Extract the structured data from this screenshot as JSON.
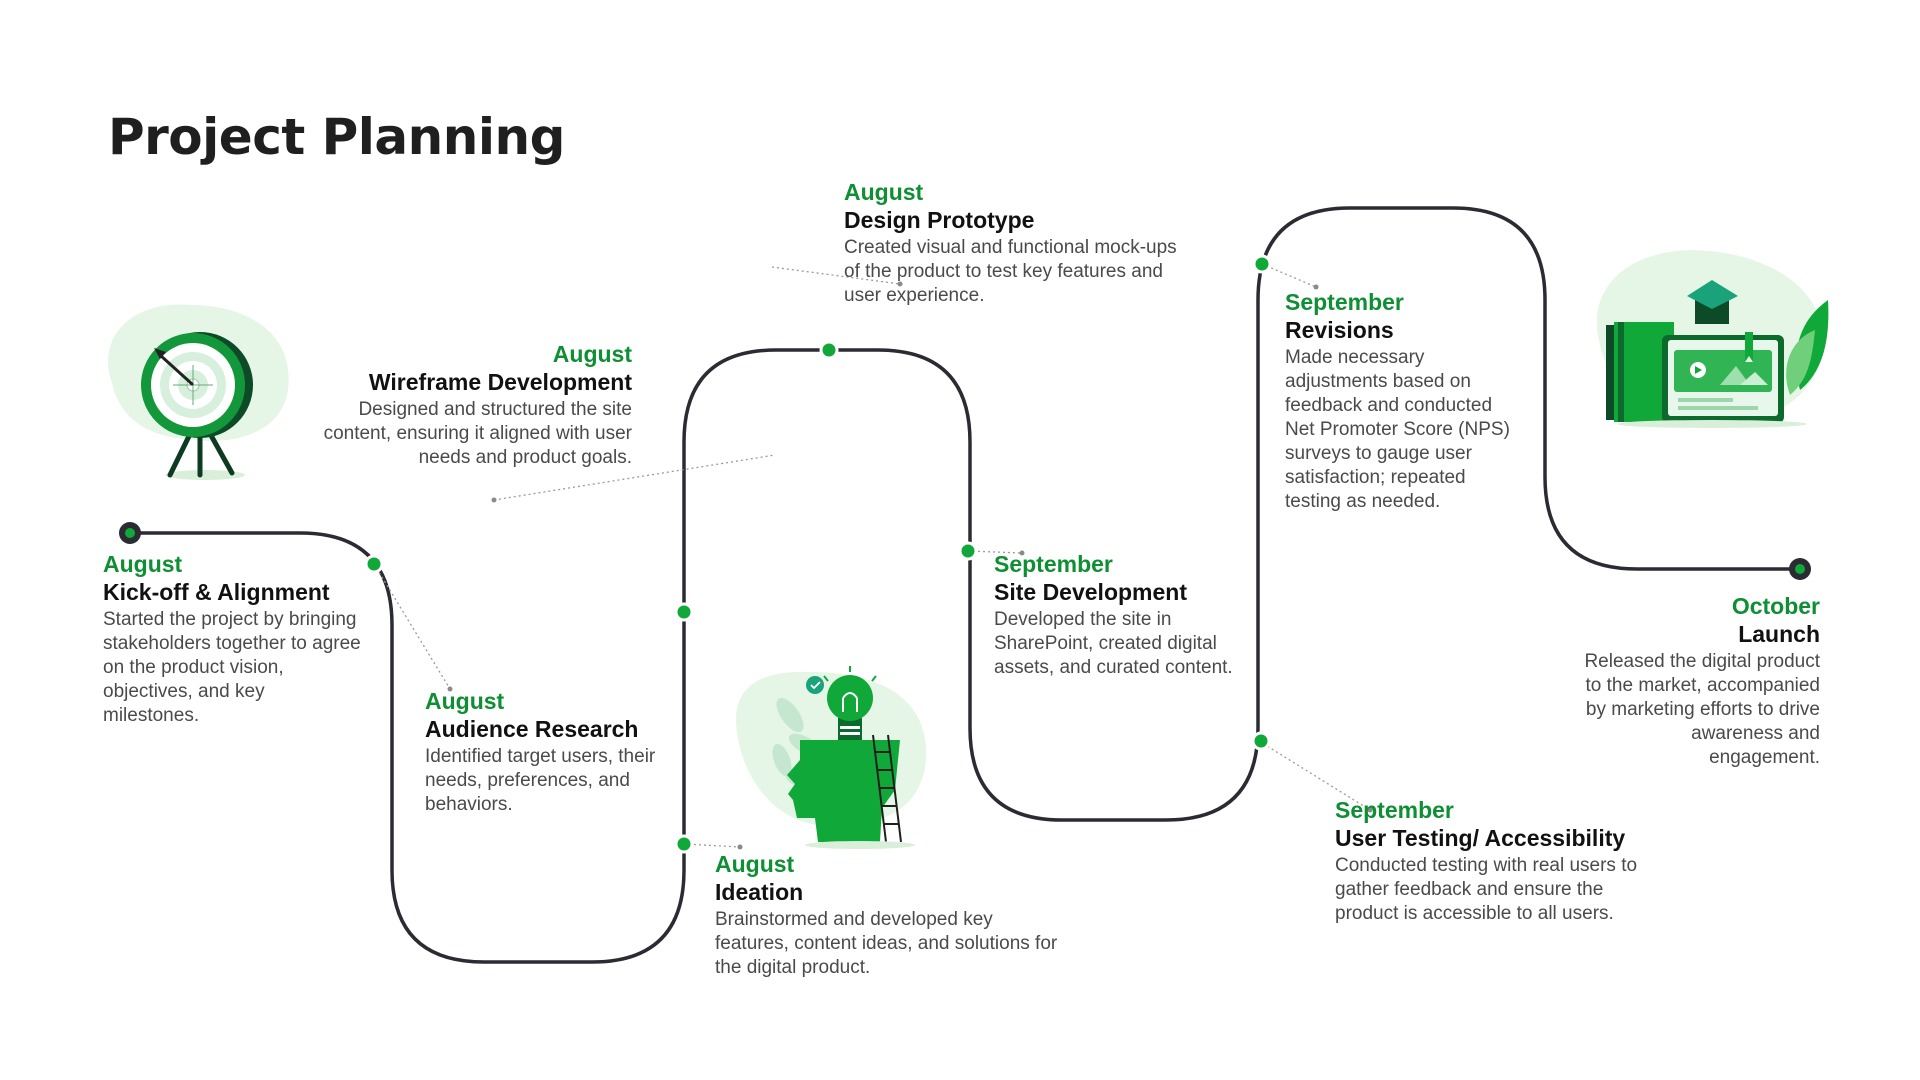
{
  "page": {
    "title": "Project Planning"
  },
  "colors": {
    "accent_green": "#0f8f34",
    "node_green": "#11a83a",
    "path_dark": "#2b2b33",
    "text_dark": "#111111",
    "text_body": "#4a4a4a"
  },
  "icons": [
    "target-illustration-icon",
    "lightbulb-head-illustration-icon",
    "education-laptop-illustration-icon"
  ],
  "steps": [
    {
      "month": "August",
      "name": "Kick-off & Alignment",
      "desc": "Started the project by bringing stakeholders together to agree on the product vision, objectives, and key milestones."
    },
    {
      "month": "August",
      "name": "Audience Research",
      "desc": "Identified target users, their needs, preferences, and behaviors."
    },
    {
      "month": "August",
      "name": "Wireframe Development",
      "desc": "Designed and structured the site content, ensuring it aligned with user needs and product goals."
    },
    {
      "month": "August",
      "name": "Ideation",
      "desc": "Brainstormed and developed key features, content ideas, and solutions for the digital product."
    },
    {
      "month": "August",
      "name": "Design Prototype",
      "desc": "Created visual and functional mock-ups of the product to test key features and user experience."
    },
    {
      "month": "September",
      "name": "Site Development",
      "desc": "Developed the site in SharePoint, created digital assets, and curated content."
    },
    {
      "month": "September",
      "name": "User Testing/ Accessibility",
      "desc": "Conducted testing with real users to gather feedback and ensure the product is accessible to all users."
    },
    {
      "month": "September",
      "name": "Revisions",
      "desc": "Made necessary adjustments based on feedback and conducted Net Promoter Score (NPS) surveys to gauge user satisfaction; repeated testing as needed."
    },
    {
      "month": "October",
      "name": "Launch",
      "desc": "Released the digital product to the market, accompanied by marketing efforts to drive awareness and engagement."
    }
  ]
}
